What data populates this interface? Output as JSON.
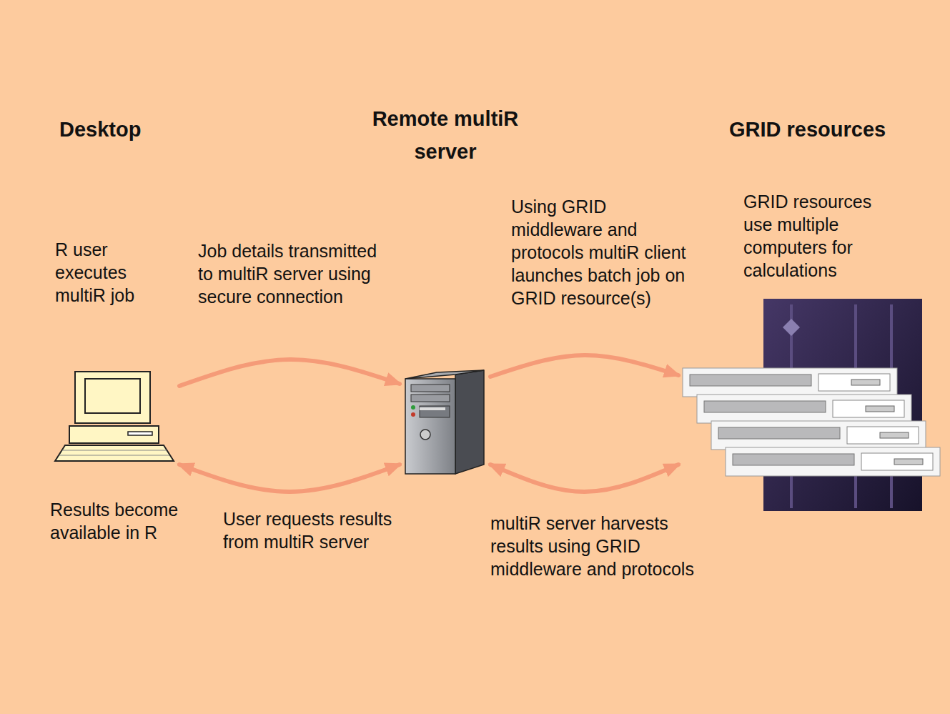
{
  "diagram": {
    "nodes": [
      {
        "text": [
          "Desktop",
          "R user executes multiR job",
          "Results become available in R"
        ]
      },
      {
        "text": [
          "Remote multiR server"
        ]
      },
      {
        "text": [
          "GRID resources",
          "GRID resources use multiple computers for calculations"
        ]
      }
    ],
    "edges": [
      {
        "from": 0,
        "to": 1,
        "arrow": "to",
        "label": "Job details transmitted to multiR server using secure connection"
      },
      {
        "from": 1,
        "to": 2,
        "arrow": "to",
        "label": "Using GRID middleware and protocols multiR client launches batch job on GRID resource(s)"
      },
      {
        "from": 0,
        "to": 1,
        "arrow": "both",
        "label": "User requests results from multiR server"
      },
      {
        "from": 1,
        "to": 2,
        "arrow": "both",
        "label": "multiR server harvests results using GRID middleware and protocols"
      }
    ]
  }
}
